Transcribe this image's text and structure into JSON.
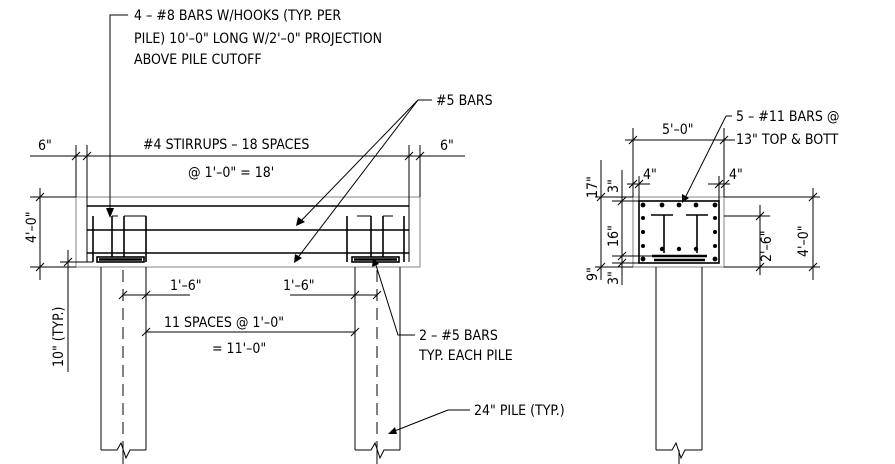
{
  "labels": {
    "hook_bars_line1": "4 – #8 BARS W/HOOKS (TYP. PER",
    "hook_bars_line2": "PILE) 10'–0\" LONG W/2'–0\" PROJECTION",
    "hook_bars_line3": "ABOVE PILE CUTOFF",
    "bars_5": "#5 BARS",
    "dim_6_left": "6\"",
    "stirrups": "#4 STIRRUPS – 18 SPACES",
    "dim_6_right": "6\"",
    "stirrup_spacing": "@ 1'–0\" = 18'",
    "height_4ft": "4'–0\"",
    "dim_1_6_left": "1'–6\"",
    "dim_1_6_right": "1'–6\"",
    "spaces_11": "11 SPACES @ 1'–0\"",
    "spaces_11_total": "= 11'–0\"",
    "embed_10": "10\" (TYP.)",
    "two_bars_line1": "2 – #5 BARS",
    "two_bars_line2": "TYP. EACH PILE",
    "pile_label": "24\" PILE (TYP.)",
    "sec_width": "5'–0\"",
    "sec_bars_line1": "5 – #11 BARS @",
    "sec_bars_line2": "13\" TOP & BOTT",
    "sec_4_left": "4\"",
    "sec_4_right": "4\"",
    "sec_17": "17\"",
    "sec_3_top": "3\"",
    "sec_16": "16\"",
    "sec_9": "9\"",
    "sec_3_bot": "3\"",
    "sec_2_6": "2'–6\"",
    "sec_4ft": "4'–0\""
  }
}
